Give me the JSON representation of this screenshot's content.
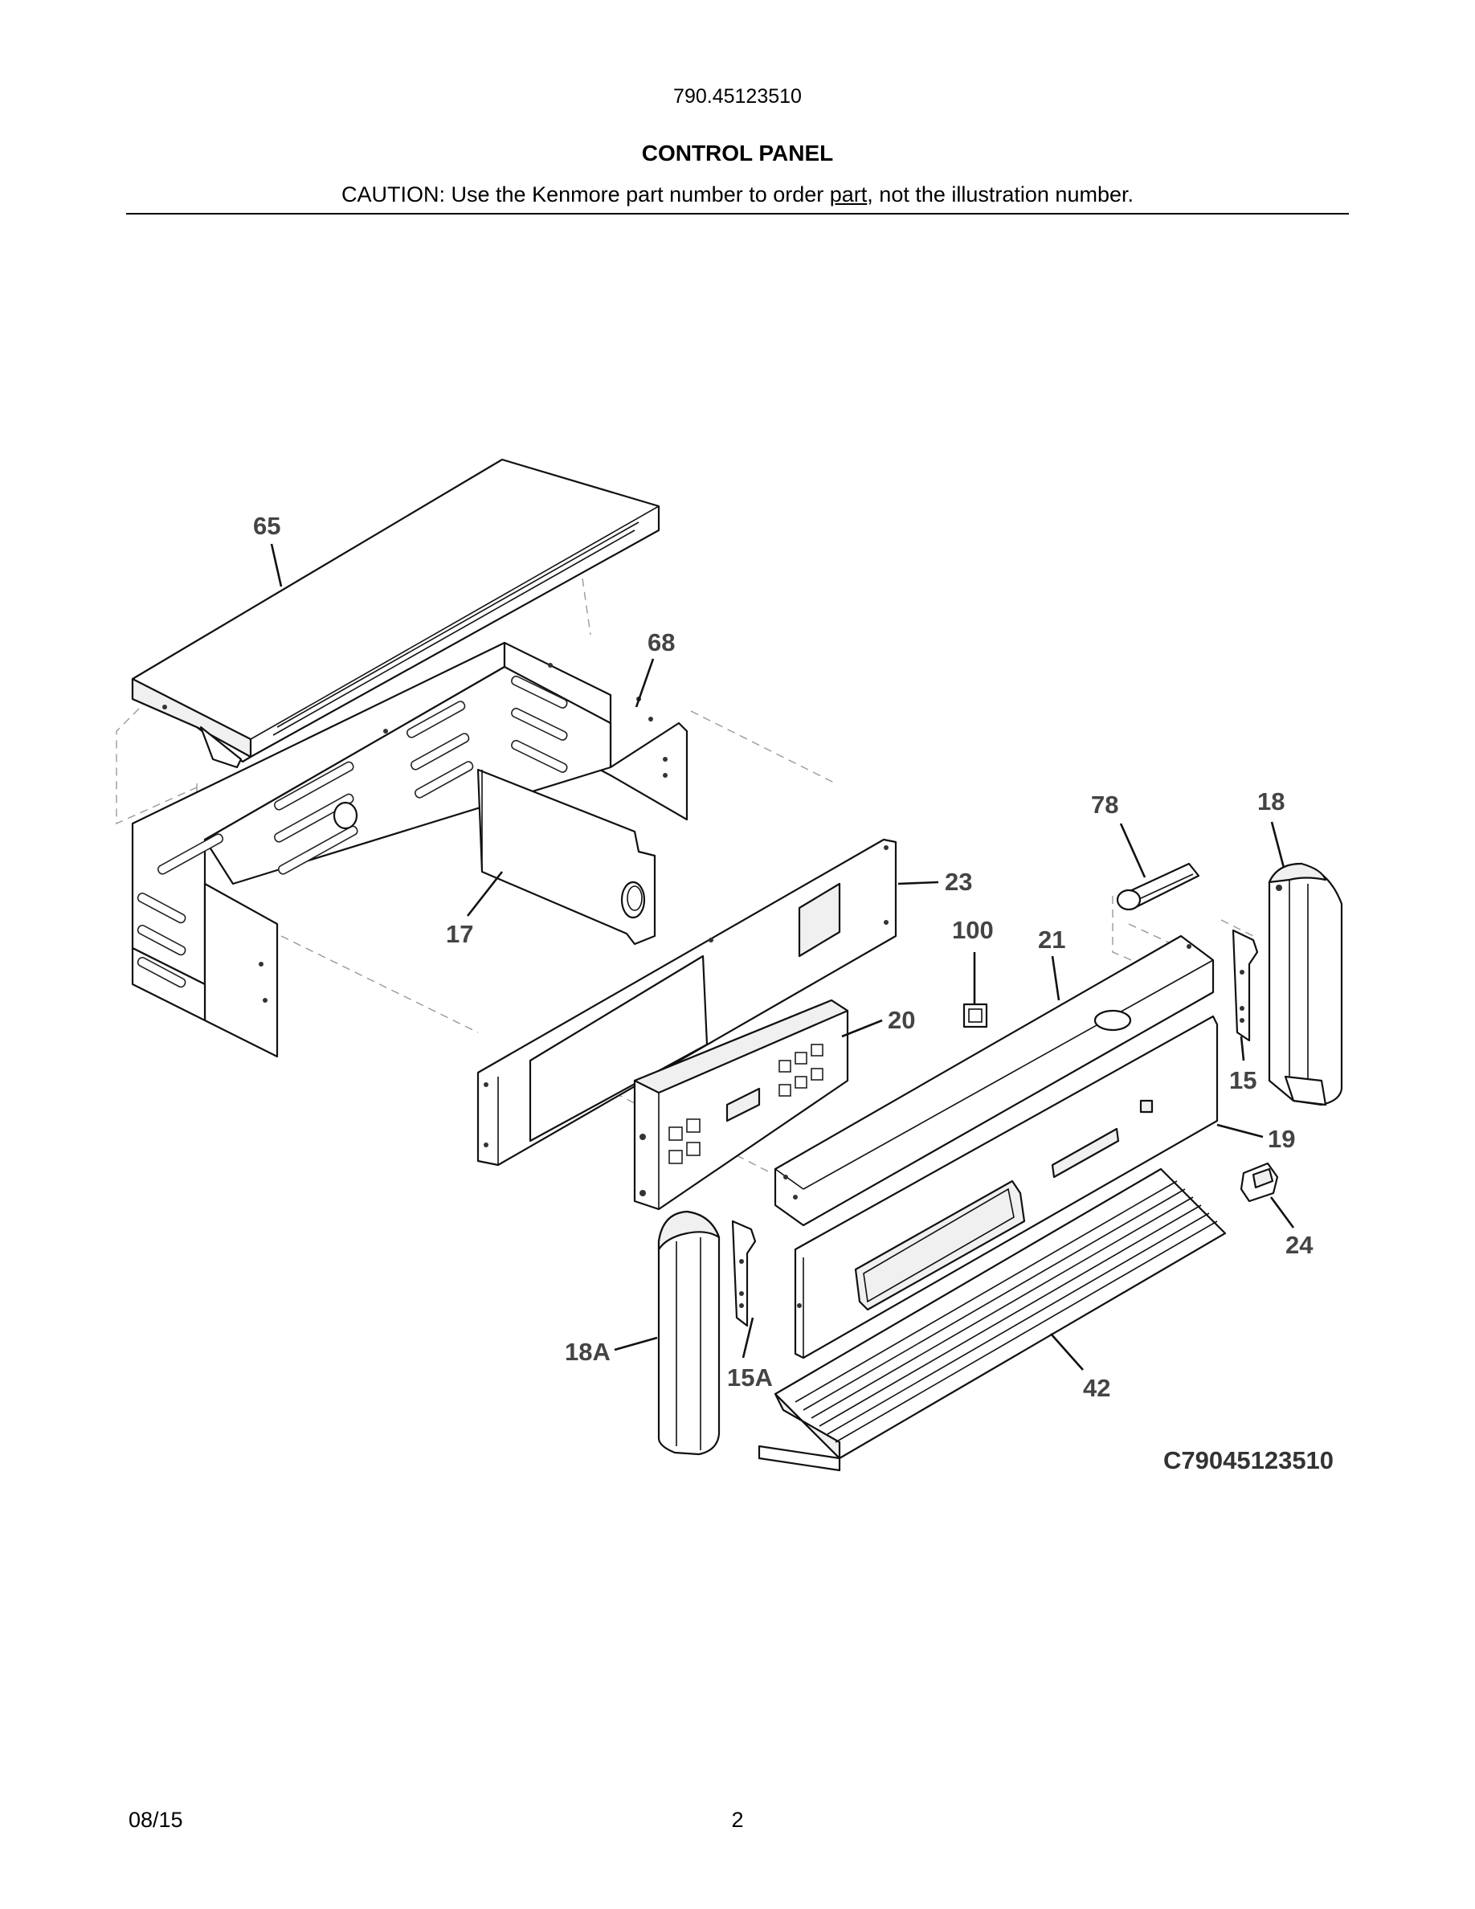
{
  "header": {
    "model_number": "790.45123510",
    "section_title": "CONTROL PANEL",
    "caution_prefix": "CAUTION: Use the Kenmore part number to order ",
    "caution_link": "part",
    "caution_suffix": ", not the illustration number."
  },
  "diagram": {
    "illustration_code": "C79045123510",
    "callouts": [
      "65",
      "68",
      "17",
      "23",
      "78",
      "18",
      "100",
      "21",
      "20",
      "15",
      "19",
      "24",
      "18A",
      "15A",
      "42"
    ]
  },
  "footer": {
    "date": "08/15",
    "page_number": "2"
  }
}
